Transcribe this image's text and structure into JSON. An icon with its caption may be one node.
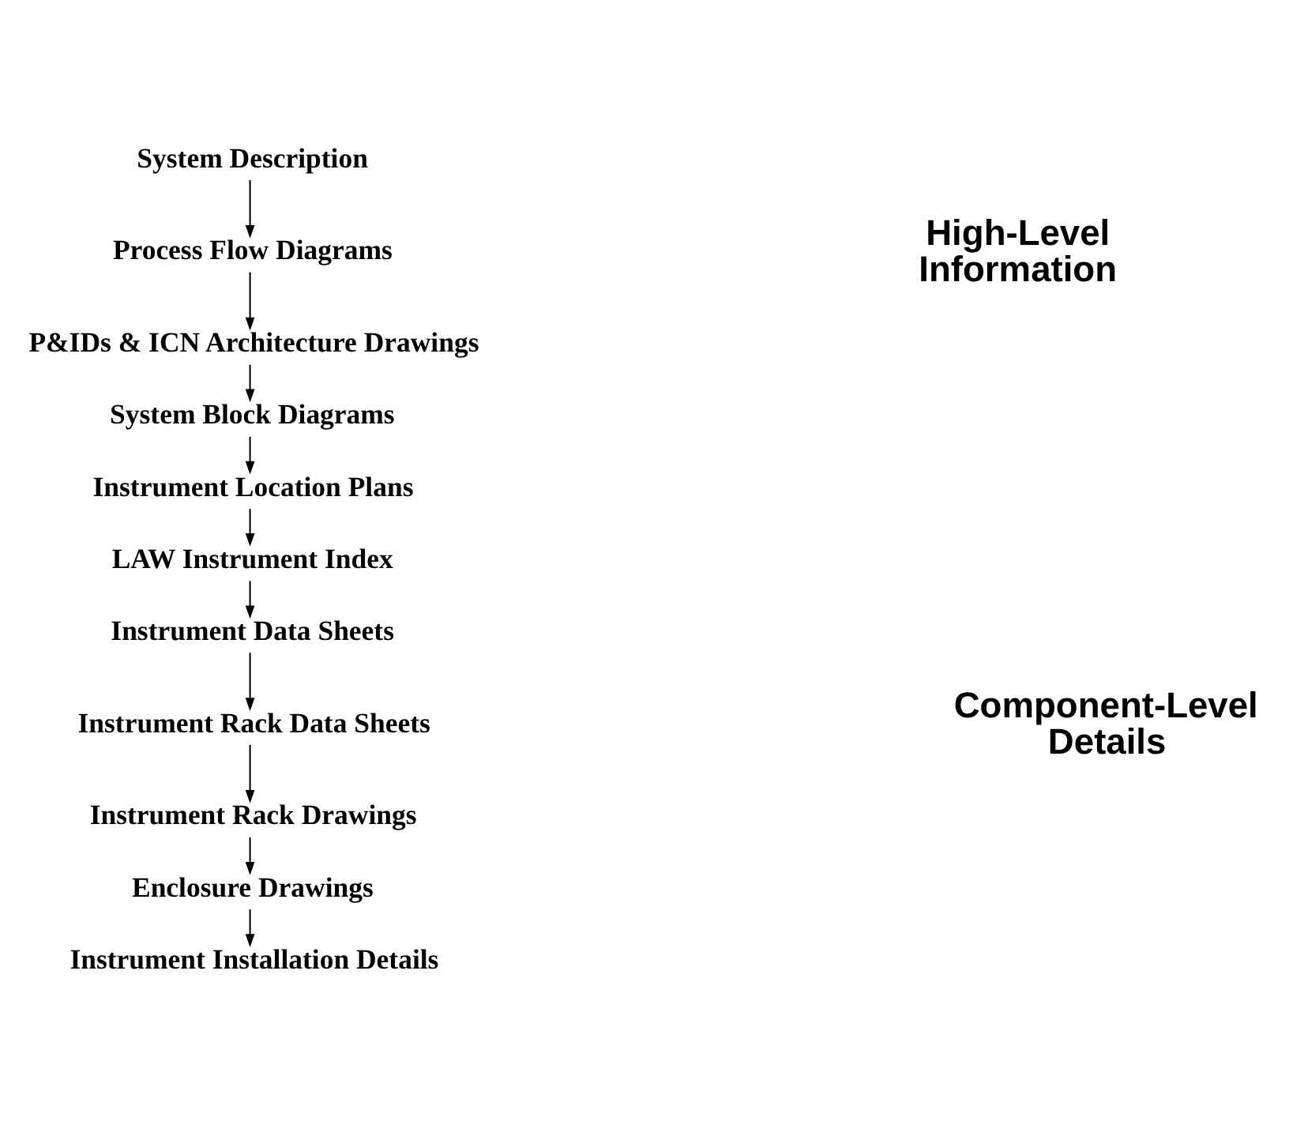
{
  "diagram": {
    "nodes": [
      {
        "text": [
          "System Description"
        ]
      },
      {
        "text": [
          "Process Flow Diagrams"
        ]
      },
      {
        "text": [
          "P&IDs & ICN Architecture Drawings"
        ]
      },
      {
        "text": [
          "System Block Diagrams"
        ]
      },
      {
        "text": [
          "Instrument Location Plans"
        ]
      },
      {
        "text": [
          "LAW Instrument Index"
        ]
      },
      {
        "text": [
          "Instrument Data Sheets"
        ]
      },
      {
        "text": [
          "Instrument Rack Data Sheets"
        ]
      },
      {
        "text": [
          "Instrument Rack Drawings"
        ]
      },
      {
        "text": [
          "Enclosure Drawings"
        ]
      },
      {
        "text": [
          "Instrument Installation Details"
        ]
      }
    ],
    "edges": [
      {
        "from": 0,
        "to": 1,
        "arrow": "to"
      },
      {
        "from": 1,
        "to": 2,
        "arrow": "to"
      },
      {
        "from": 2,
        "to": 3,
        "arrow": "to"
      },
      {
        "from": 3,
        "to": 4,
        "arrow": "to"
      },
      {
        "from": 4,
        "to": 5,
        "arrow": "to"
      },
      {
        "from": 5,
        "to": 6,
        "arrow": "to"
      },
      {
        "from": 6,
        "to": 7,
        "arrow": "to"
      },
      {
        "from": 7,
        "to": 8,
        "arrow": "to"
      },
      {
        "from": 8,
        "to": 9,
        "arrow": "to"
      },
      {
        "from": 9,
        "to": 10,
        "arrow": "to"
      }
    ],
    "labels": [
      "High-Level Information",
      "Component-Level Details"
    ]
  }
}
